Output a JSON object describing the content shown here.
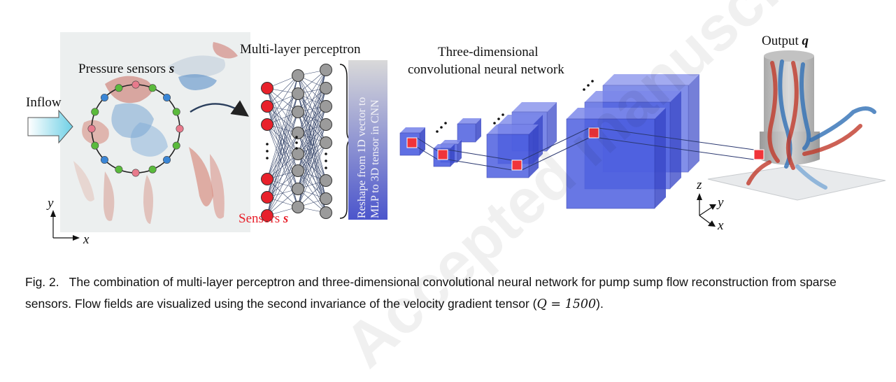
{
  "figure": {
    "labels": {
      "inflow": "Inflow",
      "pressure_sensors": "Pressure sensors ",
      "pressure_sensors_var": "s",
      "mlp": "Multi-layer perceptron",
      "cnn_line1": "Three-dimensional",
      "cnn_line2": "convolutional neural network",
      "output": "Output ",
      "output_var": "q",
      "sensors": "Sensors ",
      "sensors_var": "s",
      "reshape_line1": "Reshape from 1D vector to",
      "reshape_line2": "MLP to 3D tensor in CNN",
      "axis_y": "y",
      "axis_x": "x",
      "axis3d_z": "z",
      "axis3d_y": "y",
      "axis3d_x": "x"
    },
    "watermark": "Accepted manuscript",
    "colors": {
      "sensor_red": "#e8212b",
      "sensor_green": "#5aba3c",
      "sensor_blue": "#3a86d6",
      "sensor_pink": "#e87a8c",
      "neuron_gray": "#9b9b9b",
      "cube_blue": "#4e60e0",
      "reshape_gradient_top": "#d6d6d6",
      "reshape_gradient_bottom": "#4b55cc",
      "inflow_arrow": "#6fd0e6"
    }
  },
  "caption": {
    "fig_label": "Fig. 2.",
    "text": "The combination of multi-layer perceptron and three-dimensional convolutional neural network for pump sump flow reconstruction from sparse sensors. Flow fields are visualized using the second invariance of the velocity gradient tensor (",
    "math": "Q = 1500",
    "end": ")."
  }
}
